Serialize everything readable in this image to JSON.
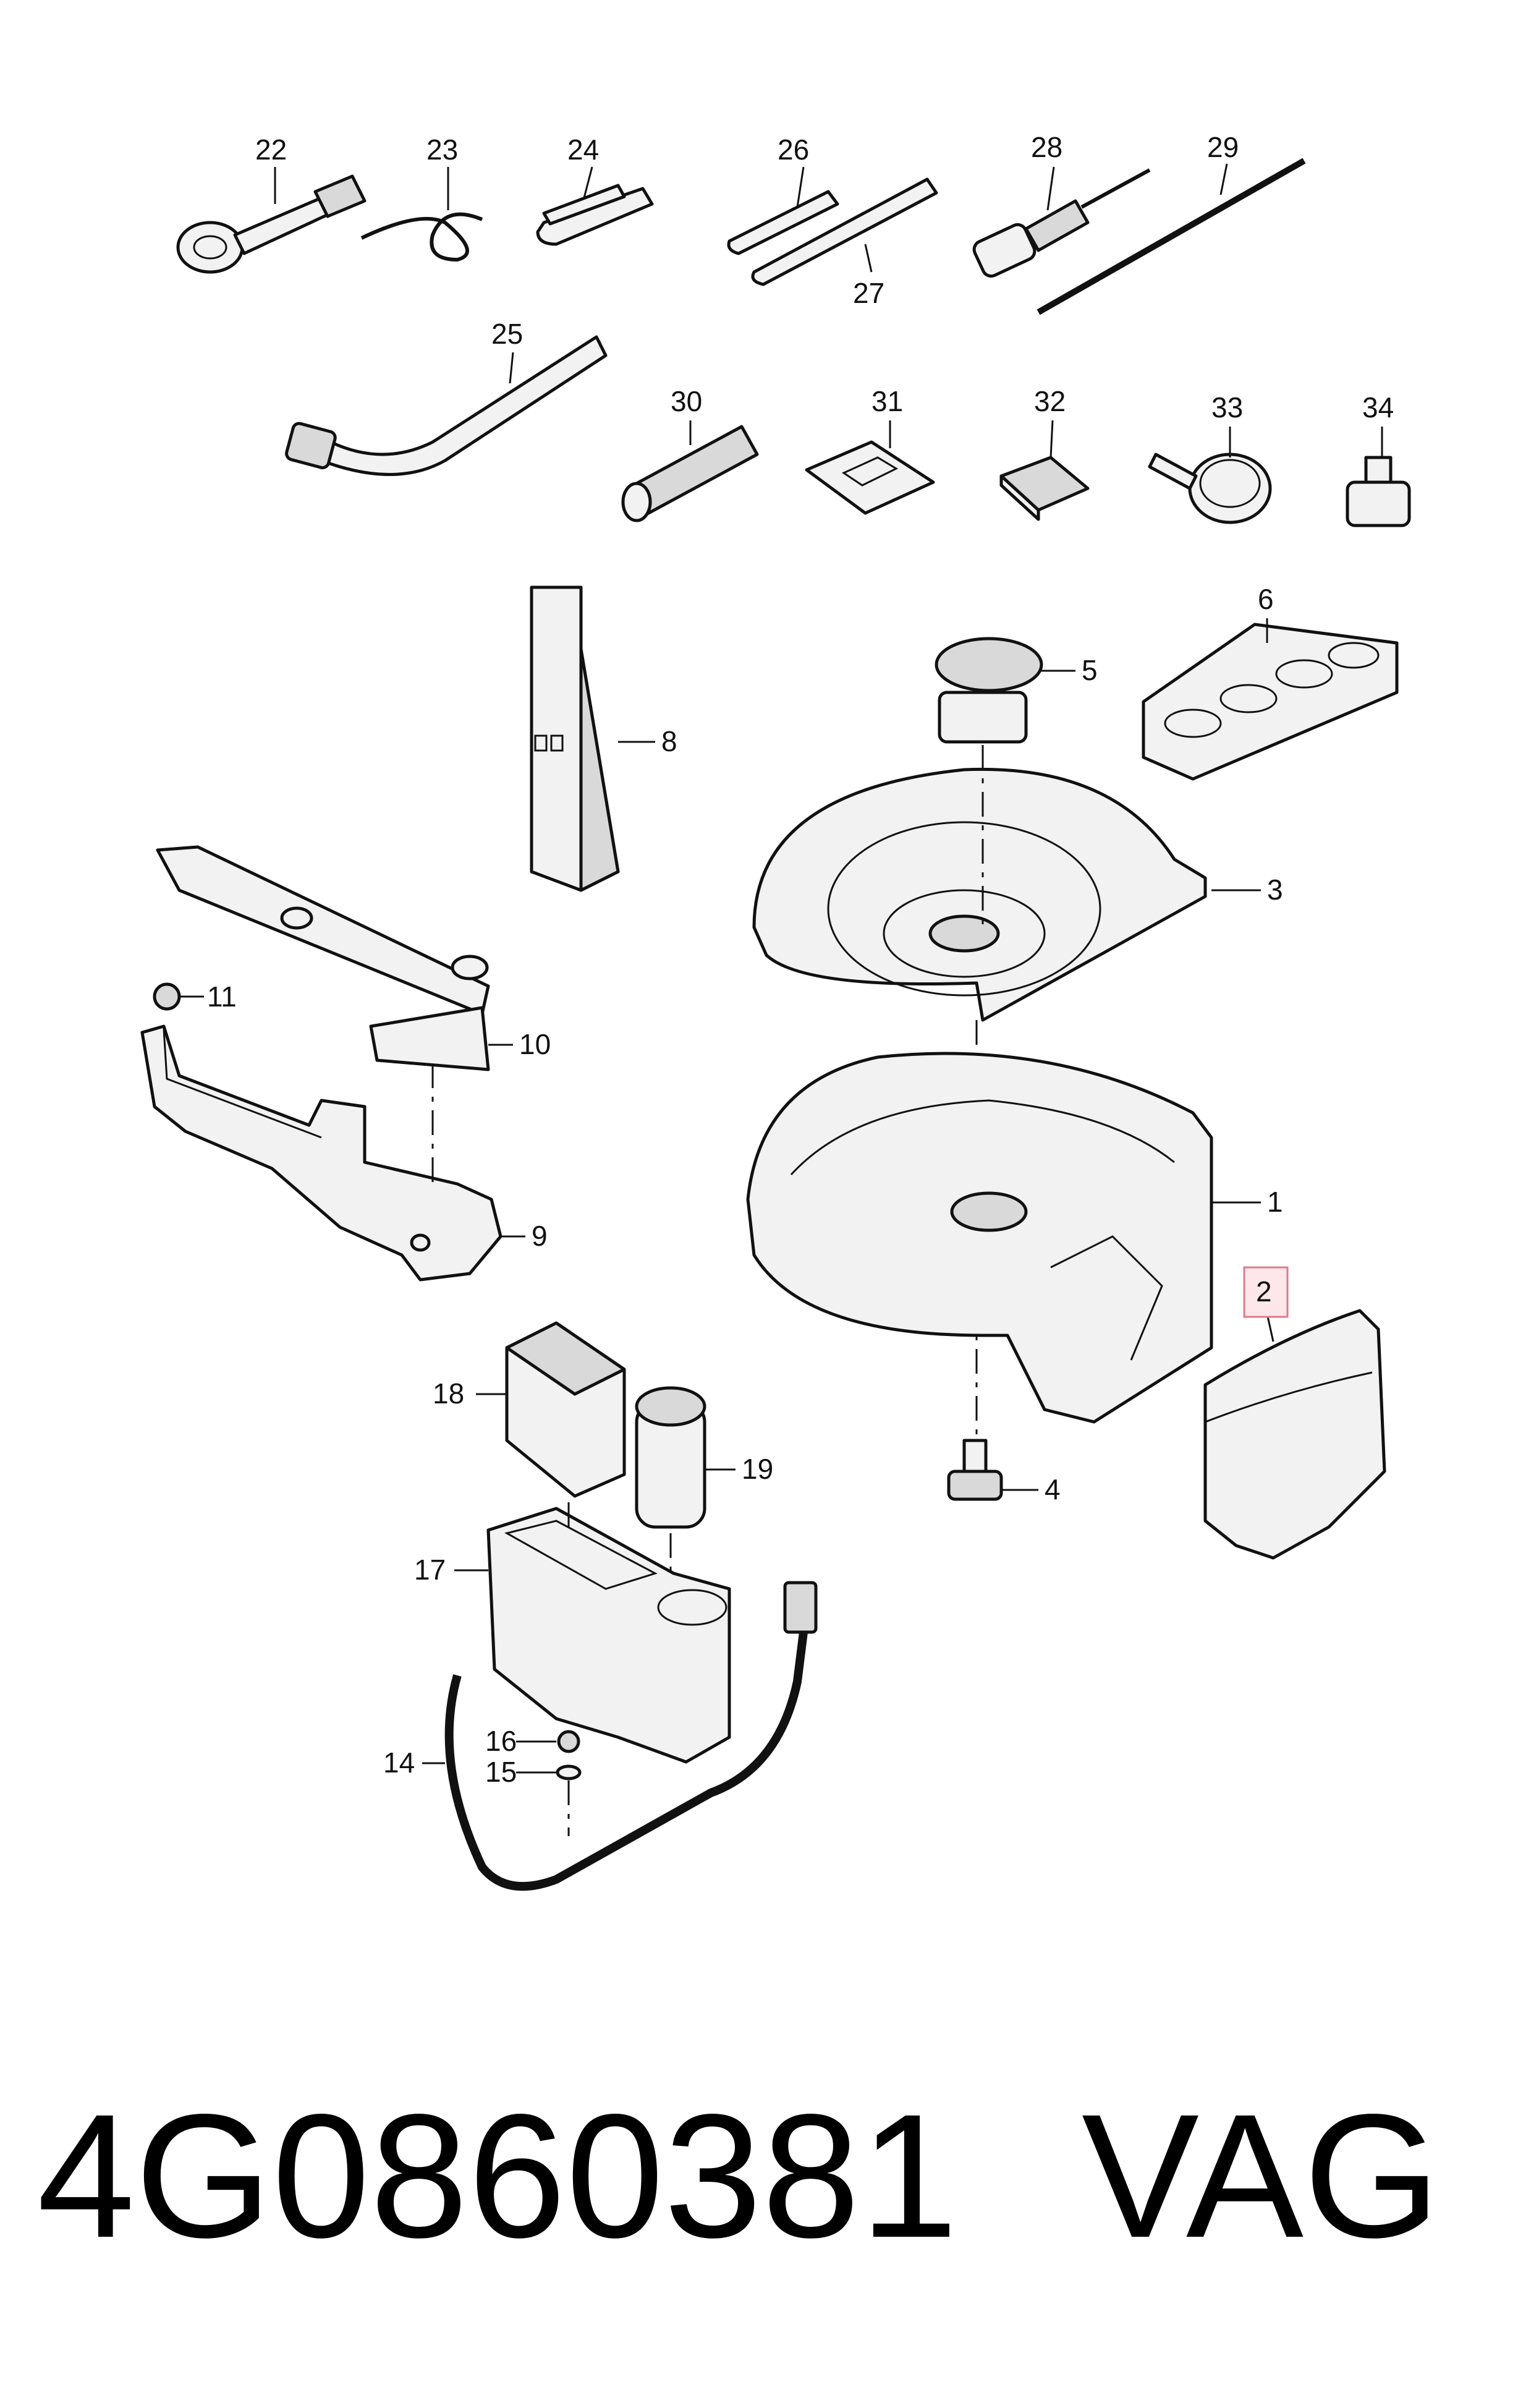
{
  "diagram": {
    "callouts": [
      "1",
      "2",
      "3",
      "4",
      "5",
      "6",
      "8",
      "9",
      "10",
      "11",
      "14",
      "15",
      "16",
      "17",
      "18",
      "19",
      "22",
      "23",
      "24",
      "25",
      "26",
      "27",
      "28",
      "29",
      "30",
      "31",
      "32",
      "33",
      "34"
    ],
    "highlighted_callout": "2"
  },
  "caption": {
    "part_number": "4G0860381",
    "brand": "VAG"
  }
}
